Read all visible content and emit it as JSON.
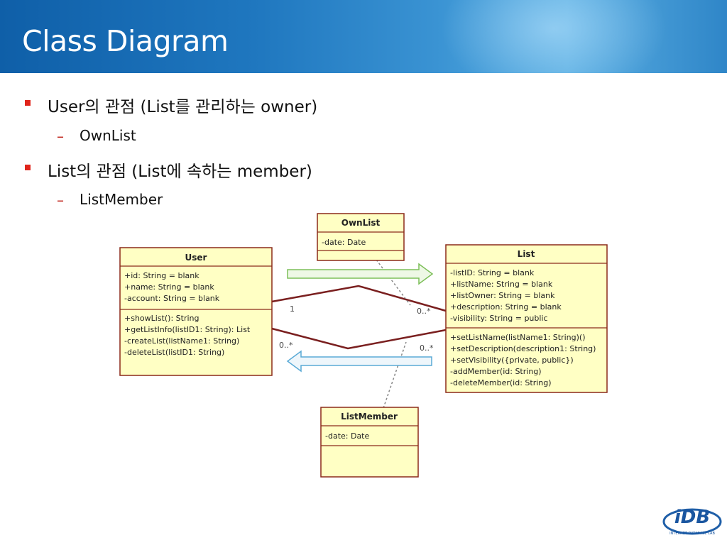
{
  "slide": {
    "title": "Class Diagram"
  },
  "bullets": [
    {
      "level": 1,
      "text": "User의 관점 (List를 관리하는 owner)"
    },
    {
      "level": 2,
      "text": "OwnList"
    },
    {
      "level": 1,
      "text": "List의 관점 (List에 속하는 member)"
    },
    {
      "level": 2,
      "text": "ListMember"
    }
  ],
  "diagram": {
    "classes": {
      "user": {
        "name": "User",
        "attributes": [
          "+id: String = blank",
          "+name: String = blank",
          "-account: String = blank"
        ],
        "operations": [
          "+showList(): String",
          "+getListInfo(listID1: String): List",
          "-createList(listName1: String)",
          "-deleteList(listID1: String)"
        ]
      },
      "ownlist": {
        "name": "OwnList",
        "attributes": [
          "-date: Date"
        ],
        "operations": []
      },
      "list": {
        "name": "List",
        "attributes": [
          "-listID: String = blank",
          "+listName: String = blank",
          "+listOwner: String = blank",
          "+description: String = blank",
          "-visibility: String = public"
        ],
        "operations": [
          "+setListName(listName1: String)()",
          "+setDescription(description1: String)",
          "+setVisibility({private, public})",
          "-addMember(id: String)",
          "-deleteMember(id: String)"
        ]
      },
      "listmember": {
        "name": "ListMember",
        "attributes": [
          "-date: Date"
        ],
        "operations": []
      }
    },
    "multiplicities": {
      "owner_user_end": "1",
      "owner_list_end": "0..*",
      "member_user_end": "0..*",
      "member_list_end": "0..*"
    },
    "colors": {
      "class_fill": "#ffffc4",
      "class_border": "#8b2a1a",
      "association": "#7a1f1f",
      "arrow_right": "#7dbf5a",
      "arrow_left": "#5aaad6"
    }
  },
  "logo": {
    "text": "iDB",
    "subtext": "INTERNET DATABASE LAB",
    "icon": "idb-logo-icon"
  }
}
